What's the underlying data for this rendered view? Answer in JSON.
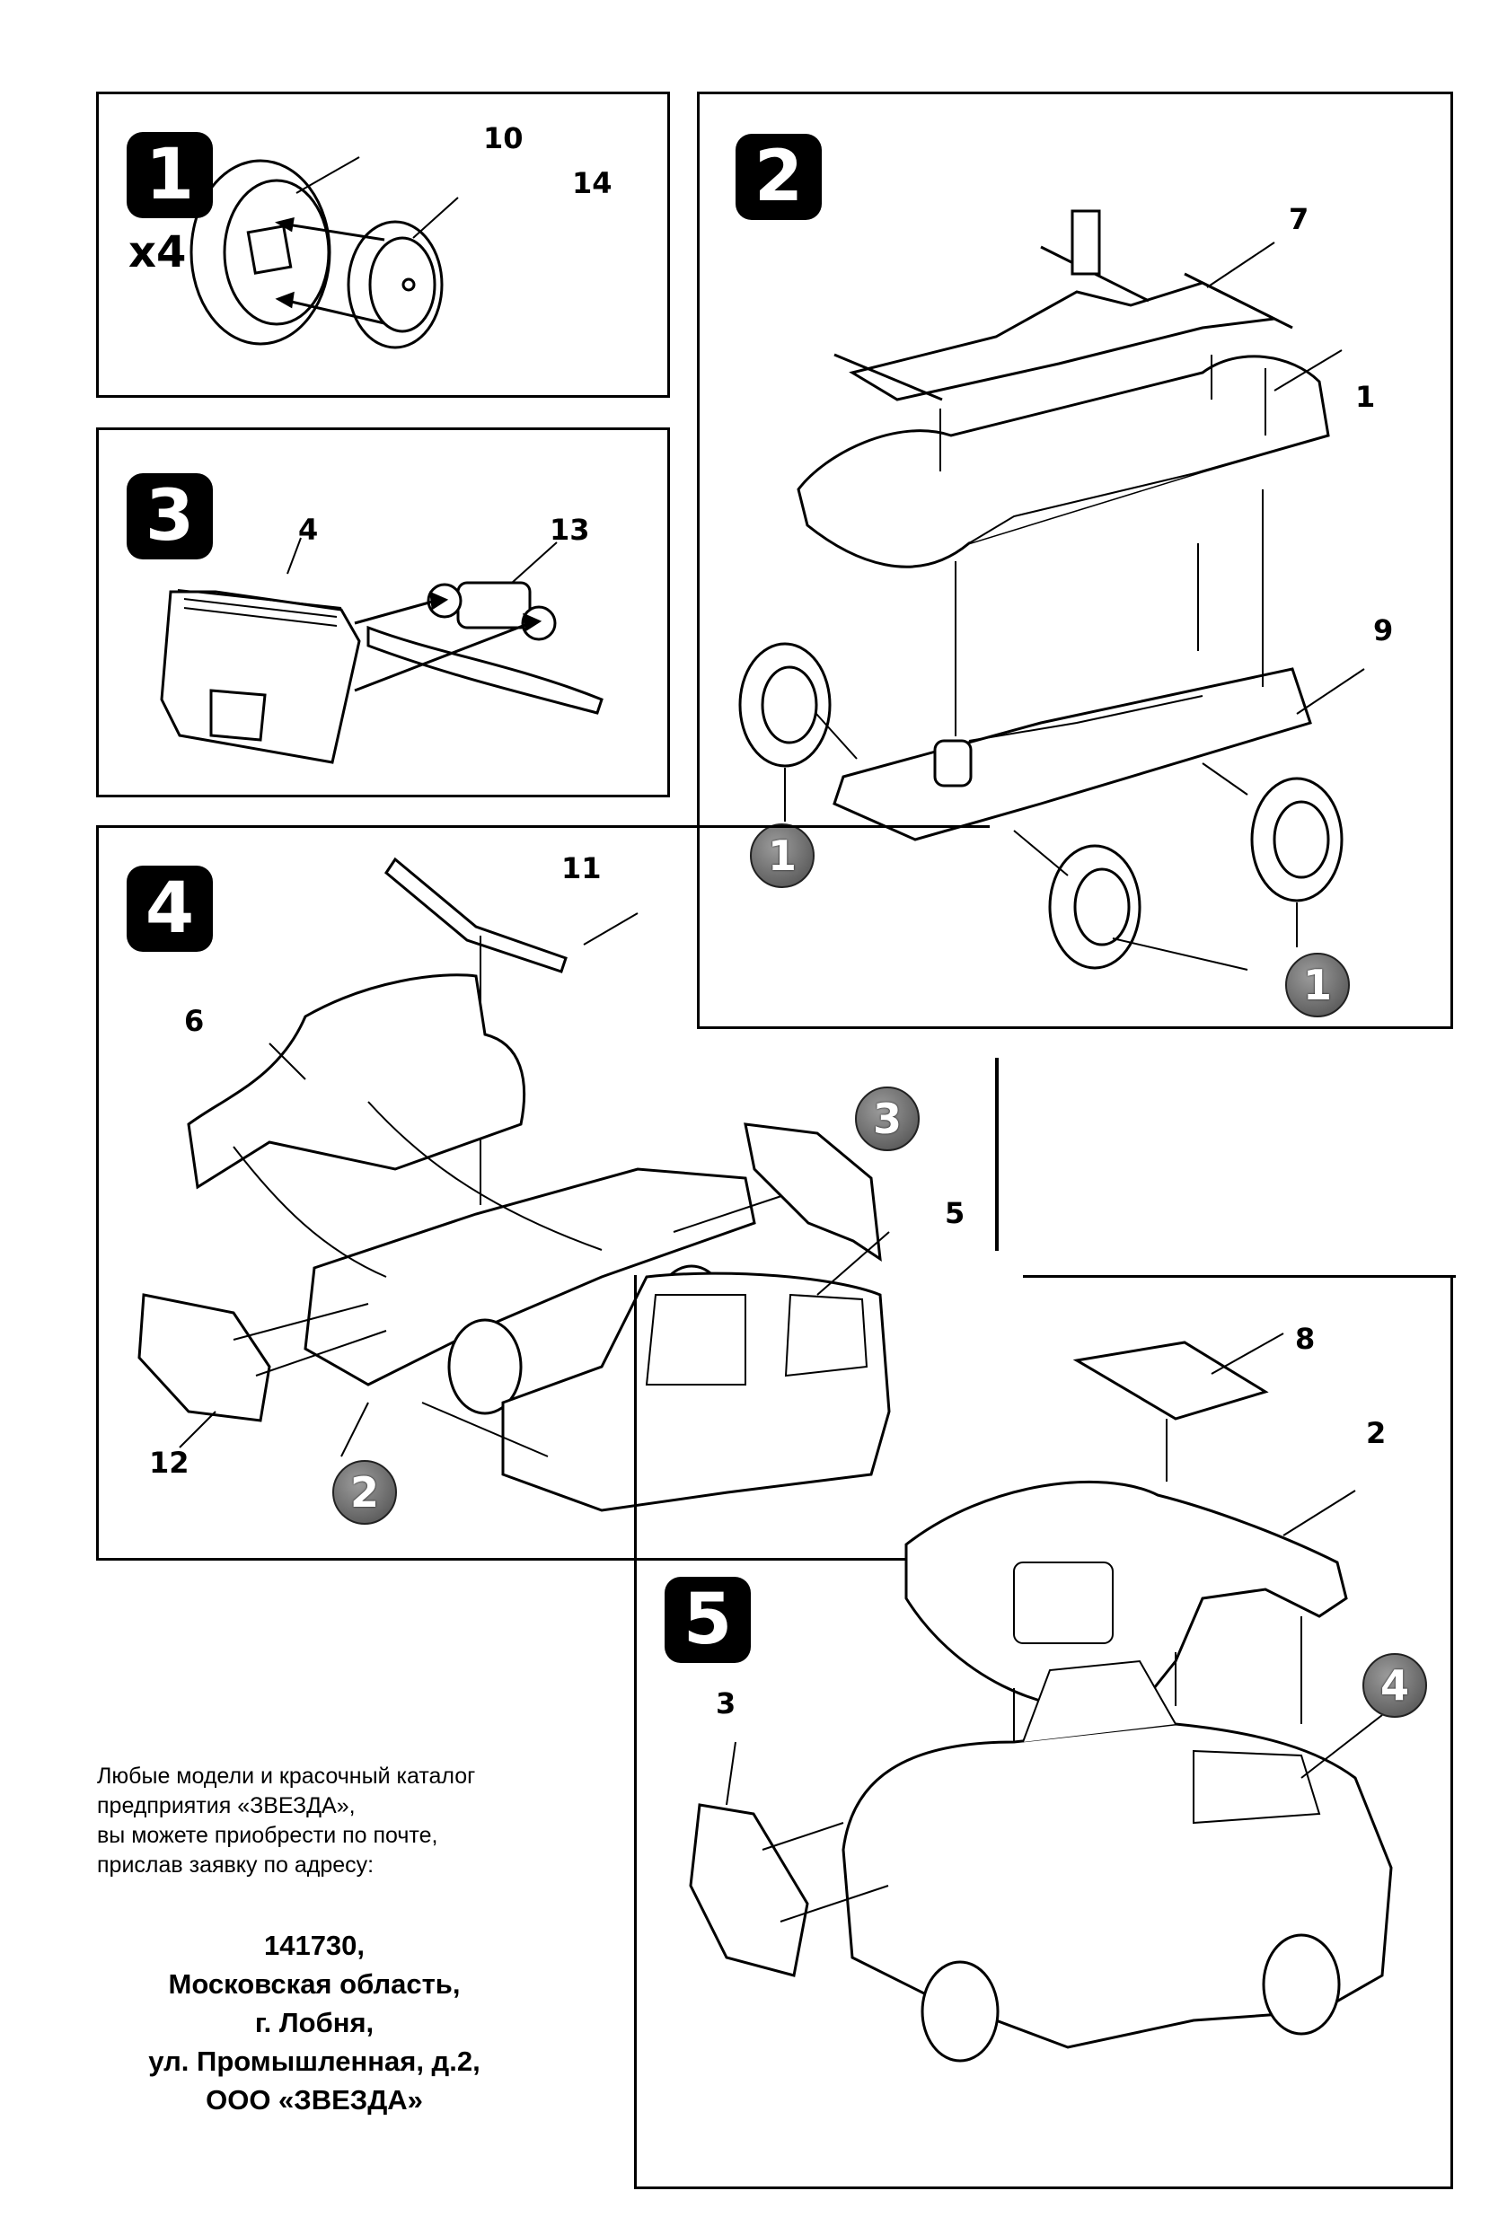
{
  "steps": {
    "s1": {
      "number": "1",
      "multiplier": "x4",
      "parts": [
        "10",
        "14"
      ]
    },
    "s2": {
      "number": "2",
      "parts": [
        "7",
        "1",
        "9"
      ],
      "refs": [
        "1",
        "1"
      ]
    },
    "s3": {
      "number": "3",
      "parts": [
        "4",
        "13"
      ]
    },
    "s4": {
      "number": "4",
      "parts": [
        "11",
        "6",
        "5",
        "12"
      ],
      "refs": [
        "3",
        "2"
      ]
    },
    "s5": {
      "number": "5",
      "parts": [
        "8",
        "2",
        "3"
      ],
      "refs": [
        "4"
      ]
    }
  },
  "notice": {
    "lines": [
      "Любые модели и красочный каталог",
      "предприятия «ЗВЕЗДА»,",
      "вы можете приобрести по почте,",
      "прислав заявку по адресу:"
    ]
  },
  "address": {
    "lines": [
      "141730,",
      "Московская область,",
      "г. Лобня,",
      "ул. Промышленная, д.2,",
      "ООО «ЗВЕЗДА»"
    ]
  }
}
